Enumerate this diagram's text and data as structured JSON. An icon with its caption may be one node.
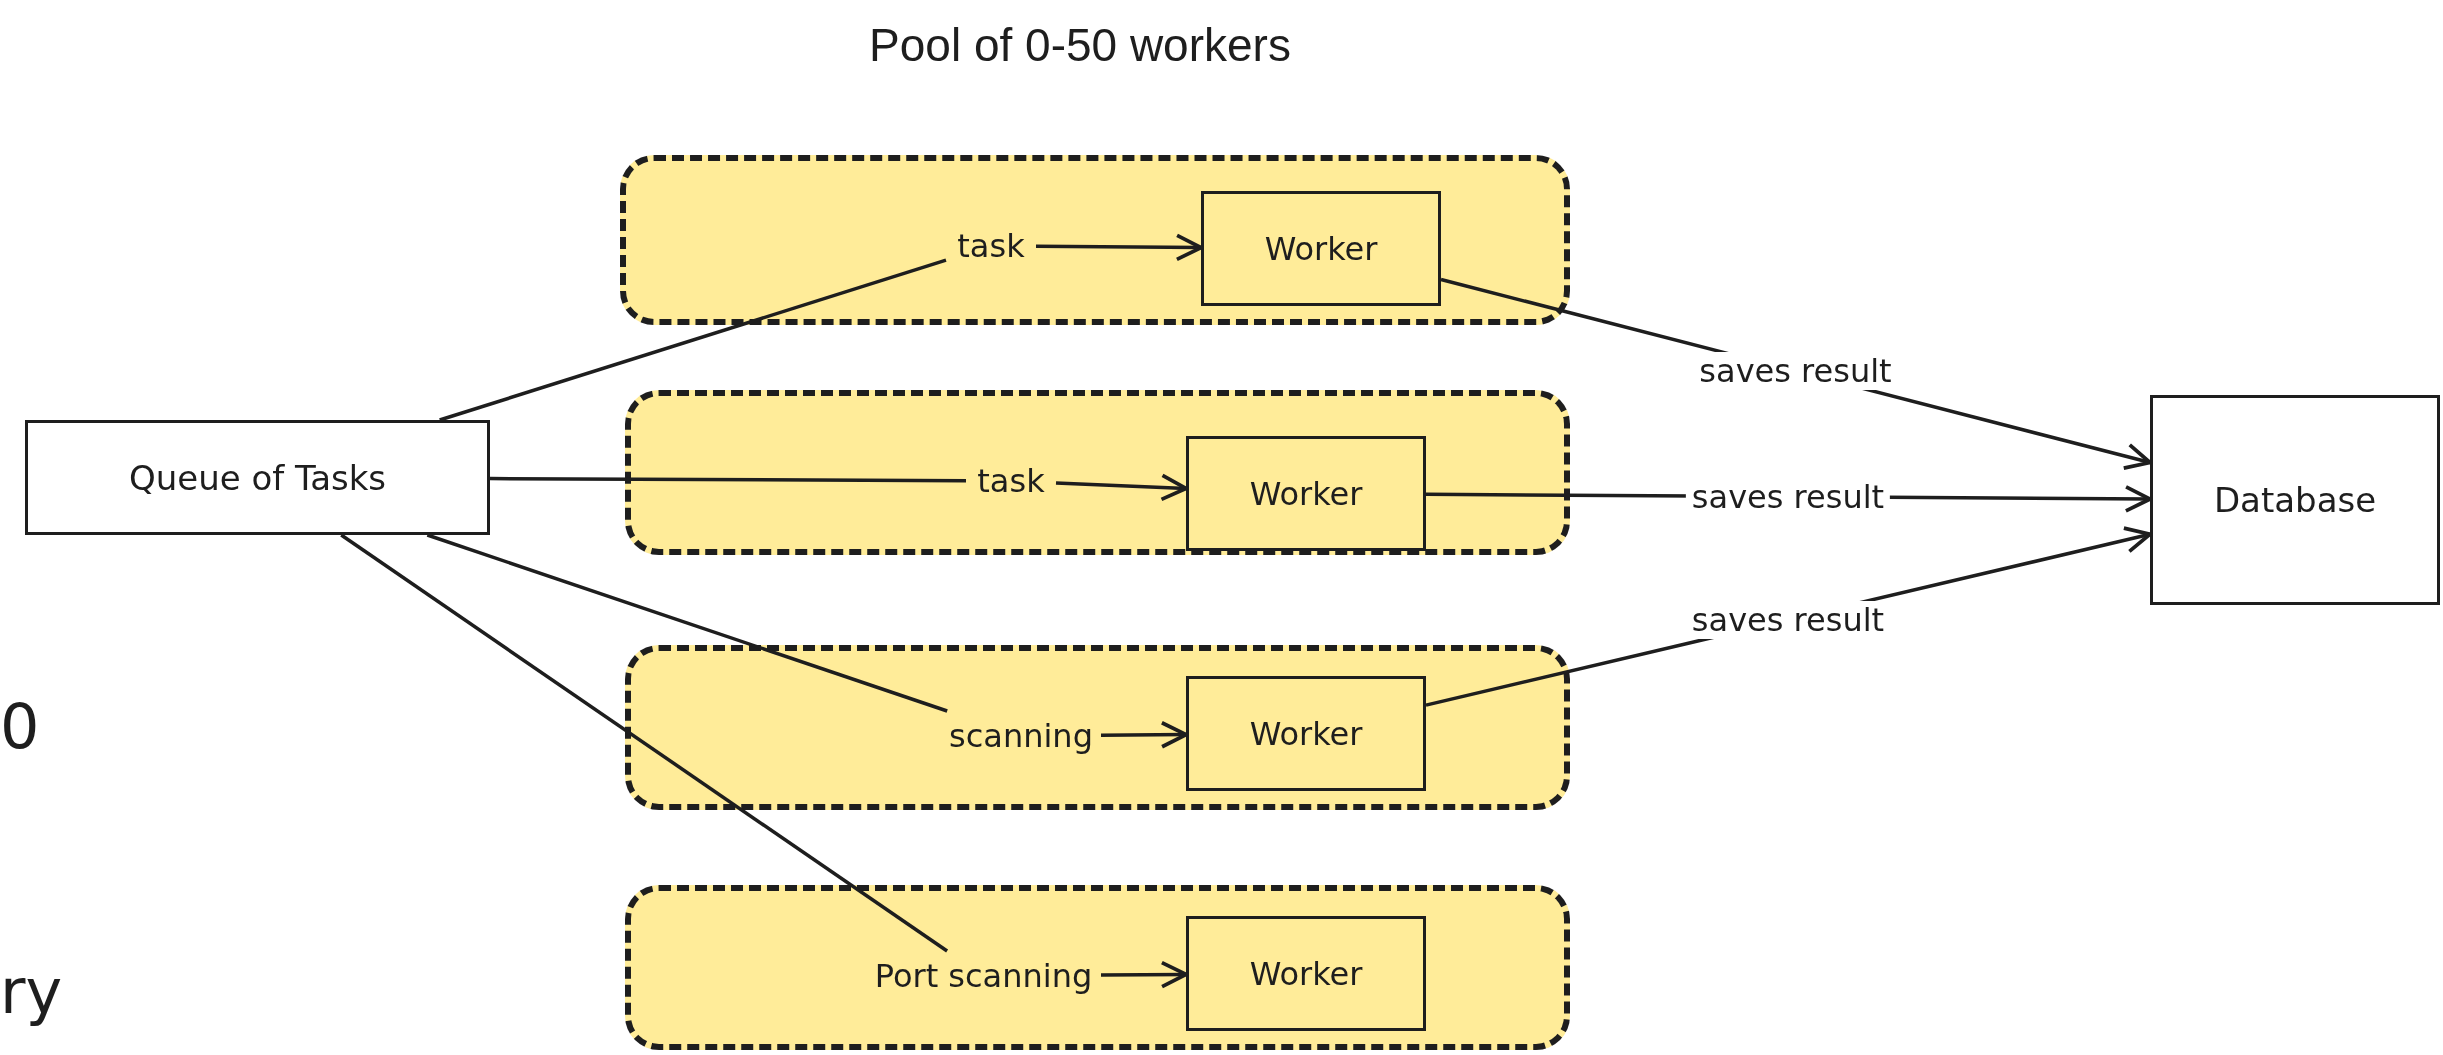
{
  "diagram": {
    "title": "Pool of 0-50 workers",
    "nodes": [
      {
        "text": [
          "Queue of Tasks"
        ]
      },
      {
        "text": [],
        "shape": "box"
      },
      {
        "text": [
          "task"
        ],
        "in": 1
      },
      {
        "text": [
          "Worker"
        ],
        "in": 1
      },
      {
        "text": [],
        "shape": "box"
      },
      {
        "text": [
          "task"
        ],
        "in": 4
      },
      {
        "text": [
          "Worker"
        ],
        "in": 4
      },
      {
        "text": [],
        "shape": "box"
      },
      {
        "text": [
          "scanning"
        ],
        "in": 7
      },
      {
        "text": [
          "Worker"
        ],
        "in": 7
      },
      {
        "text": [],
        "shape": "box"
      },
      {
        "text": [
          "Port scanning"
        ],
        "in": 10
      },
      {
        "text": [
          "Worker"
        ],
        "in": 10
      },
      {
        "text": [
          "Database"
        ]
      }
    ],
    "edges": [
      {
        "from": 0,
        "to": 2,
        "arrow": "none"
      },
      {
        "from": 0,
        "to": 5,
        "arrow": "none"
      },
      {
        "from": 0,
        "to": 8,
        "arrow": "none"
      },
      {
        "from": 0,
        "to": 11,
        "arrow": "none"
      },
      {
        "from": 2,
        "to": 3,
        "arrow": "to"
      },
      {
        "from": 5,
        "to": 6,
        "arrow": "to"
      },
      {
        "from": 8,
        "to": 9,
        "arrow": "to"
      },
      {
        "from": 11,
        "to": 12,
        "arrow": "to"
      },
      {
        "from": 3,
        "to": 13,
        "arrow": "to",
        "label": "saves result"
      },
      {
        "from": 6,
        "to": 13,
        "arrow": "to",
        "label": "saves result"
      },
      {
        "from": 9,
        "to": 13,
        "arrow": "to",
        "label": "saves result"
      }
    ],
    "labels": [
      "0",
      "ry"
    ]
  }
}
